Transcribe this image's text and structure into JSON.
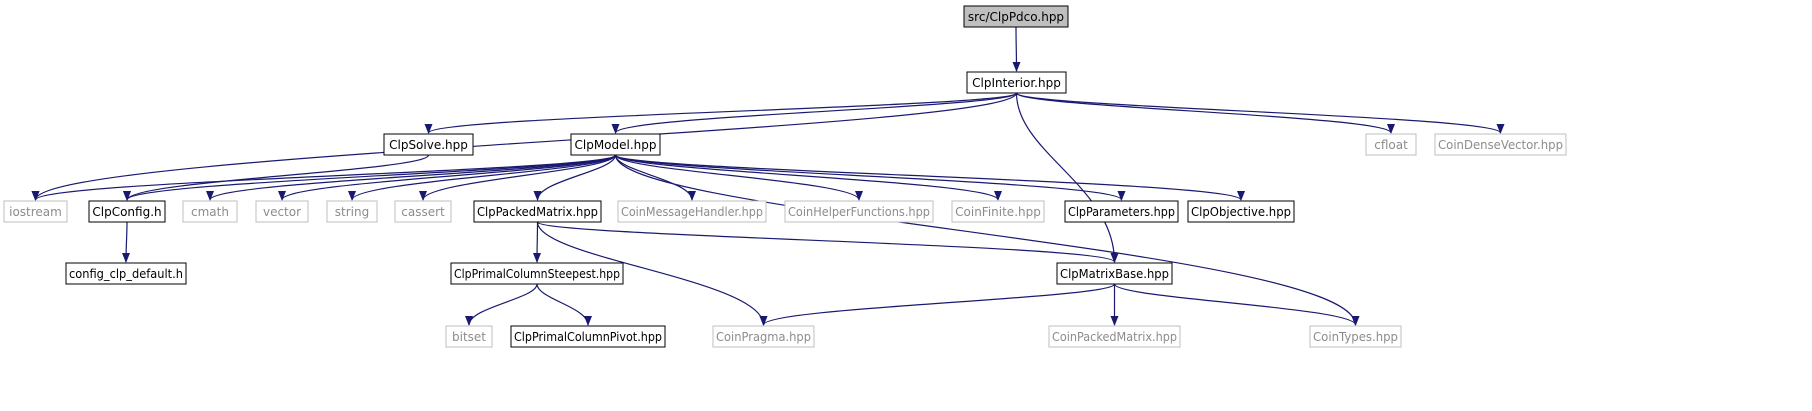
{
  "graph": {
    "colors": {
      "edge": "#191970",
      "documented_border": "#000000",
      "undocumented_border": "#bfbfbf",
      "undocumented_text": "#8c8c8c",
      "root_fill": "#bfbfbf",
      "node_fill": "#ffffff",
      "text": "#000000"
    },
    "nodes": [
      {
        "id": "root",
        "label": "src/ClpPdco.hpp",
        "kind": "root"
      },
      {
        "id": "interior",
        "label": "ClpInterior.hpp",
        "kind": "documented"
      },
      {
        "id": "solve",
        "label": "ClpSolve.hpp",
        "kind": "documented"
      },
      {
        "id": "model",
        "label": "ClpModel.hpp",
        "kind": "documented"
      },
      {
        "id": "cfloat",
        "label": "cfloat",
        "kind": "external"
      },
      {
        "id": "densevec",
        "label": "CoinDenseVector.hpp",
        "kind": "external"
      },
      {
        "id": "iostream",
        "label": "iostream",
        "kind": "external"
      },
      {
        "id": "config",
        "label": "ClpConfig.h",
        "kind": "documented"
      },
      {
        "id": "cmath",
        "label": "cmath",
        "kind": "external"
      },
      {
        "id": "vector",
        "label": "vector",
        "kind": "external"
      },
      {
        "id": "string",
        "label": "string",
        "kind": "external"
      },
      {
        "id": "cassert",
        "label": "cassert",
        "kind": "external"
      },
      {
        "id": "packed",
        "label": "ClpPackedMatrix.hpp",
        "kind": "documented"
      },
      {
        "id": "msghandler",
        "label": "CoinMessageHandler.hpp",
        "kind": "external"
      },
      {
        "id": "helperfn",
        "label": "CoinHelperFunctions.hpp",
        "kind": "external"
      },
      {
        "id": "finite",
        "label": "CoinFinite.hpp",
        "kind": "external"
      },
      {
        "id": "params",
        "label": "ClpParameters.hpp",
        "kind": "documented"
      },
      {
        "id": "objective",
        "label": "ClpObjective.hpp",
        "kind": "documented"
      },
      {
        "id": "configdef",
        "label": "config_clp_default.h",
        "kind": "documented"
      },
      {
        "id": "steepest",
        "label": "ClpPrimalColumnSteepest.hpp",
        "kind": "documented"
      },
      {
        "id": "matbase",
        "label": "ClpMatrixBase.hpp",
        "kind": "documented"
      },
      {
        "id": "bitset",
        "label": "bitset",
        "kind": "external"
      },
      {
        "id": "pivot",
        "label": "ClpPrimalColumnPivot.hpp",
        "kind": "documented"
      },
      {
        "id": "pragma",
        "label": "CoinPragma.hpp",
        "kind": "external"
      },
      {
        "id": "coinpacked",
        "label": "CoinPackedMatrix.hpp",
        "kind": "external"
      },
      {
        "id": "types",
        "label": "CoinTypes.hpp",
        "kind": "external"
      }
    ],
    "edges": [
      {
        "from": "root",
        "to": "interior"
      },
      {
        "from": "interior",
        "to": "iostream"
      },
      {
        "from": "interior",
        "to": "solve"
      },
      {
        "from": "interior",
        "to": "model"
      },
      {
        "from": "interior",
        "to": "cfloat"
      },
      {
        "from": "interior",
        "to": "densevec"
      },
      {
        "from": "interior",
        "to": "matbase"
      },
      {
        "from": "solve",
        "to": "config"
      },
      {
        "from": "model",
        "to": "iostream"
      },
      {
        "from": "model",
        "to": "config"
      },
      {
        "from": "model",
        "to": "cmath"
      },
      {
        "from": "model",
        "to": "vector"
      },
      {
        "from": "model",
        "to": "string"
      },
      {
        "from": "model",
        "to": "cassert"
      },
      {
        "from": "model",
        "to": "packed"
      },
      {
        "from": "model",
        "to": "msghandler"
      },
      {
        "from": "model",
        "to": "helperfn"
      },
      {
        "from": "model",
        "to": "finite"
      },
      {
        "from": "model",
        "to": "params"
      },
      {
        "from": "model",
        "to": "objective"
      },
      {
        "from": "model",
        "to": "types"
      },
      {
        "from": "config",
        "to": "configdef"
      },
      {
        "from": "packed",
        "to": "steepest"
      },
      {
        "from": "packed",
        "to": "matbase"
      },
      {
        "from": "packed",
        "to": "pragma"
      },
      {
        "from": "steepest",
        "to": "bitset"
      },
      {
        "from": "steepest",
        "to": "pivot"
      },
      {
        "from": "matbase",
        "to": "pragma"
      },
      {
        "from": "matbase",
        "to": "coinpacked"
      },
      {
        "from": "matbase",
        "to": "types"
      }
    ]
  }
}
